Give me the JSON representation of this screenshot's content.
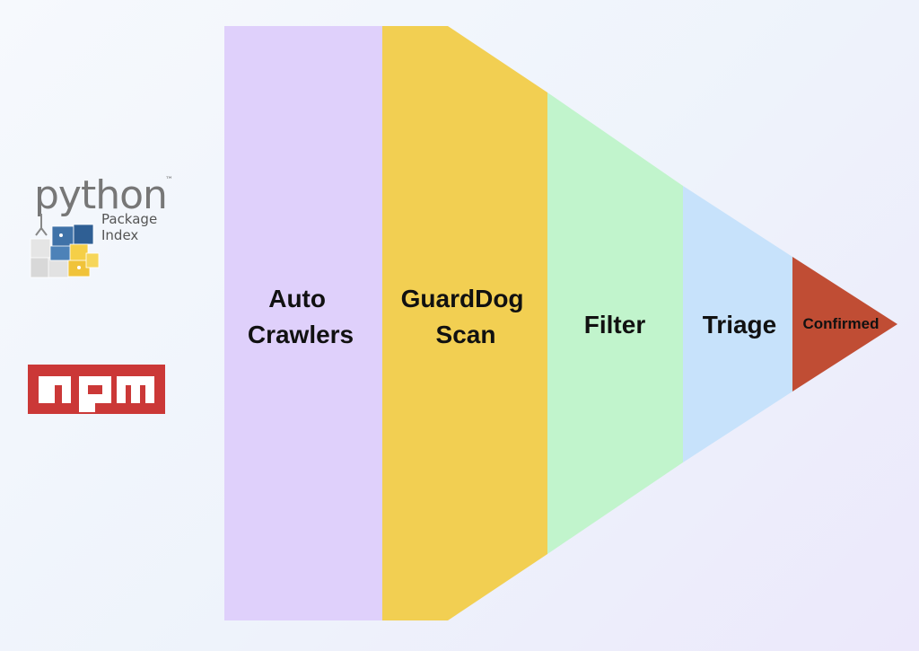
{
  "sources": {
    "pypi": {
      "wordmark": "python",
      "trademark": "™",
      "line1": "Package",
      "line2": "Index"
    },
    "npm": {
      "wordmark": "npm",
      "color": "#cb3837"
    }
  },
  "funnel": {
    "stages": [
      {
        "id": "auto-crawlers",
        "lines": [
          "Auto",
          "Crawlers"
        ],
        "color": "#dfd0fb"
      },
      {
        "id": "guarddog-scan",
        "lines": [
          "GuardDog",
          "Scan"
        ],
        "color": "#f2cf52"
      },
      {
        "id": "filter",
        "lines": [
          "Filter"
        ],
        "color": "#c1f4cc"
      },
      {
        "id": "triage",
        "lines": [
          "Triage"
        ],
        "color": "#c7e2fb"
      },
      {
        "id": "confirmed",
        "lines": [
          "Confirmed"
        ],
        "color": "#c04d34",
        "text_color": "#ffffff"
      }
    ]
  }
}
